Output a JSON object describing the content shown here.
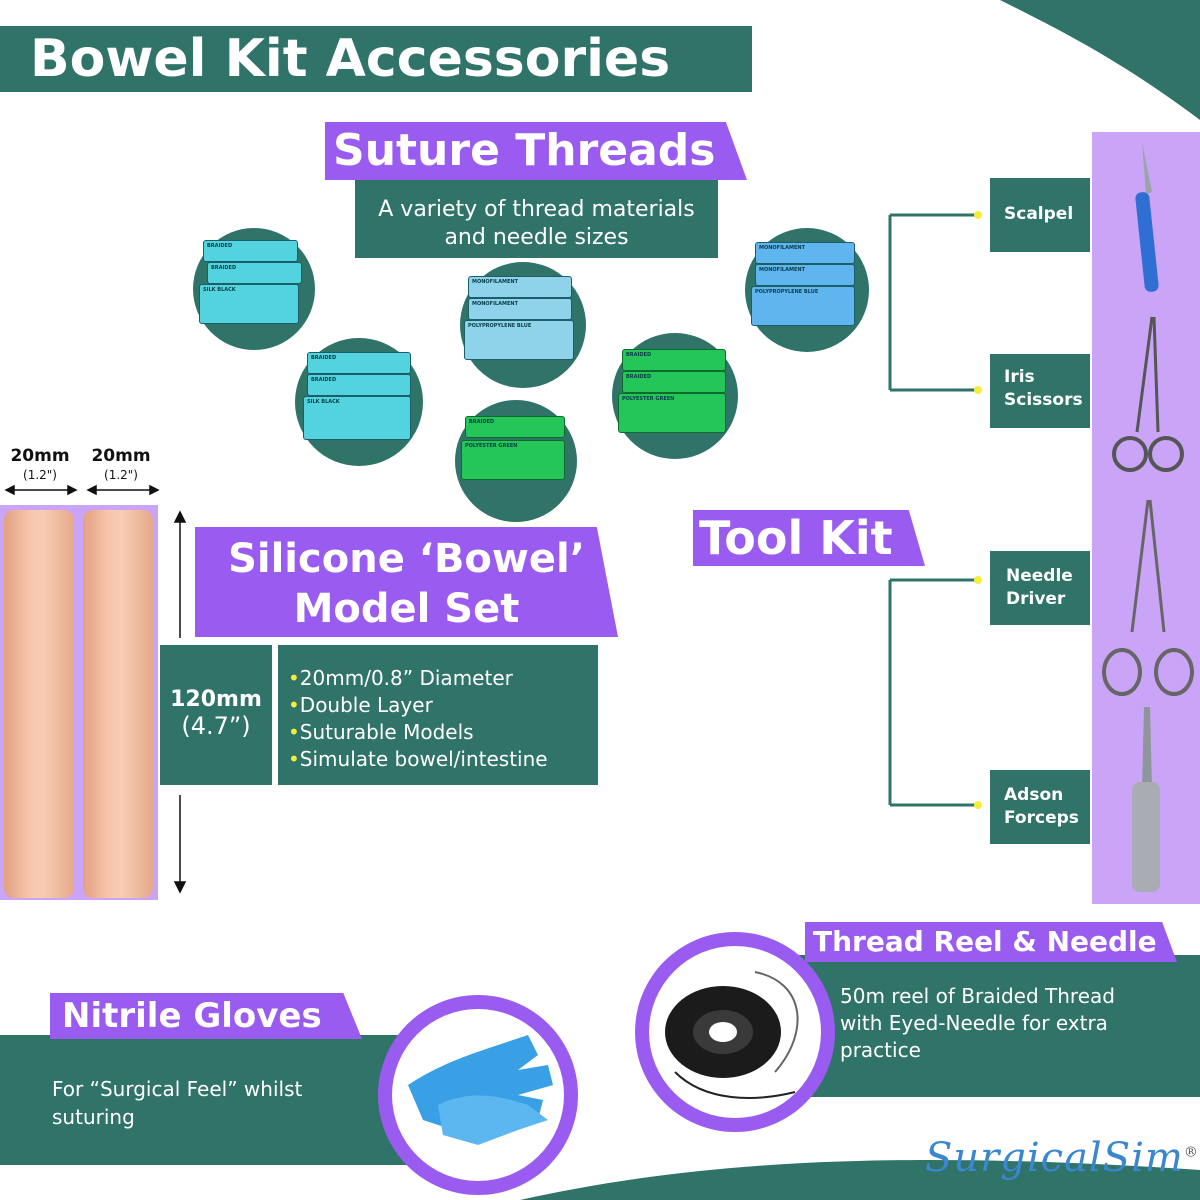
{
  "title": "Bowel Kit Accessories",
  "suture": {
    "heading": "Suture Threads",
    "description_line1": "A variety of thread materials",
    "description_line2": "and needle sizes"
  },
  "packets": {
    "braided": "BRAIDED",
    "monofilament": "MONOFILAMENT",
    "silk_black": "SILK BLACK",
    "polypropylene_blue": "POLYPROPYLENE BLUE",
    "polyester_green": "POLYESTER GREEN"
  },
  "bowel": {
    "width_a": "20mm",
    "width_a_in": "(1.2\")",
    "width_b": "20mm",
    "width_b_in": "(1.2\")",
    "heading_line1": "Silicone ‘Bowel’",
    "heading_line2": "Model Set",
    "length": "120mm",
    "length_in": "(4.7”)",
    "features": [
      "20mm/0.8” Diameter",
      "Double Layer",
      "Suturable Models",
      "Simulate bowel/intestine"
    ]
  },
  "toolkit": {
    "heading": "Tool Kit",
    "tools": [
      {
        "line1": "Scalpel",
        "line2": ""
      },
      {
        "line1": "Iris",
        "line2": "Scissors"
      },
      {
        "line1": "Needle",
        "line2": "Driver"
      },
      {
        "line1": "Adson",
        "line2": "Forceps"
      }
    ]
  },
  "reel": {
    "heading": "Thread Reel & Needle",
    "desc_line1": "50m reel of Braided Thread",
    "desc_line2": "with Eyed-Needle for extra",
    "desc_line3": "practice"
  },
  "gloves": {
    "heading": "Nitrile Gloves",
    "desc_line1": "For “Surgical Feel” whilst",
    "desc_line2": "suturing"
  },
  "brand": {
    "name": "SurgicalSim",
    "mark": "®"
  },
  "colors": {
    "teal": "#2f7369",
    "purple": "#9a5cf0",
    "lilac": "#c9a4f7",
    "accent_dot": "#f4ee3a",
    "skin": "#f2b89a"
  }
}
